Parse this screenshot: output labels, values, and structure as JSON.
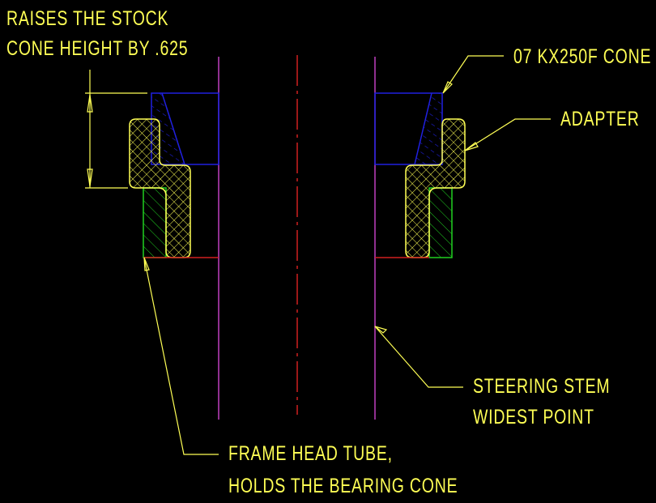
{
  "drawing": {
    "background": "#000000",
    "colors": {
      "annotation": "#ffff55",
      "stem_edge": "#c040c0",
      "centerline": "#d02020",
      "cone": "#2020e0",
      "adapter": "#ffff55",
      "head_tube": "#20d020",
      "base_line": "#d02020"
    },
    "labels": {
      "dimension_note_line1": "RAISES THE STOCK",
      "dimension_note_line2": "CONE HEIGHT BY .625",
      "cone_label": "07 KX250F CONE",
      "adapter_label": "ADAPTER",
      "stem_label_line1": "STEERING STEM",
      "stem_label_line2": "WIDEST POINT",
      "frame_label_line1": "FRAME HEAD TUBE,",
      "frame_label_line2": "HOLDS THE BEARING CONE"
    },
    "dimension": {
      "value": ".625"
    }
  }
}
